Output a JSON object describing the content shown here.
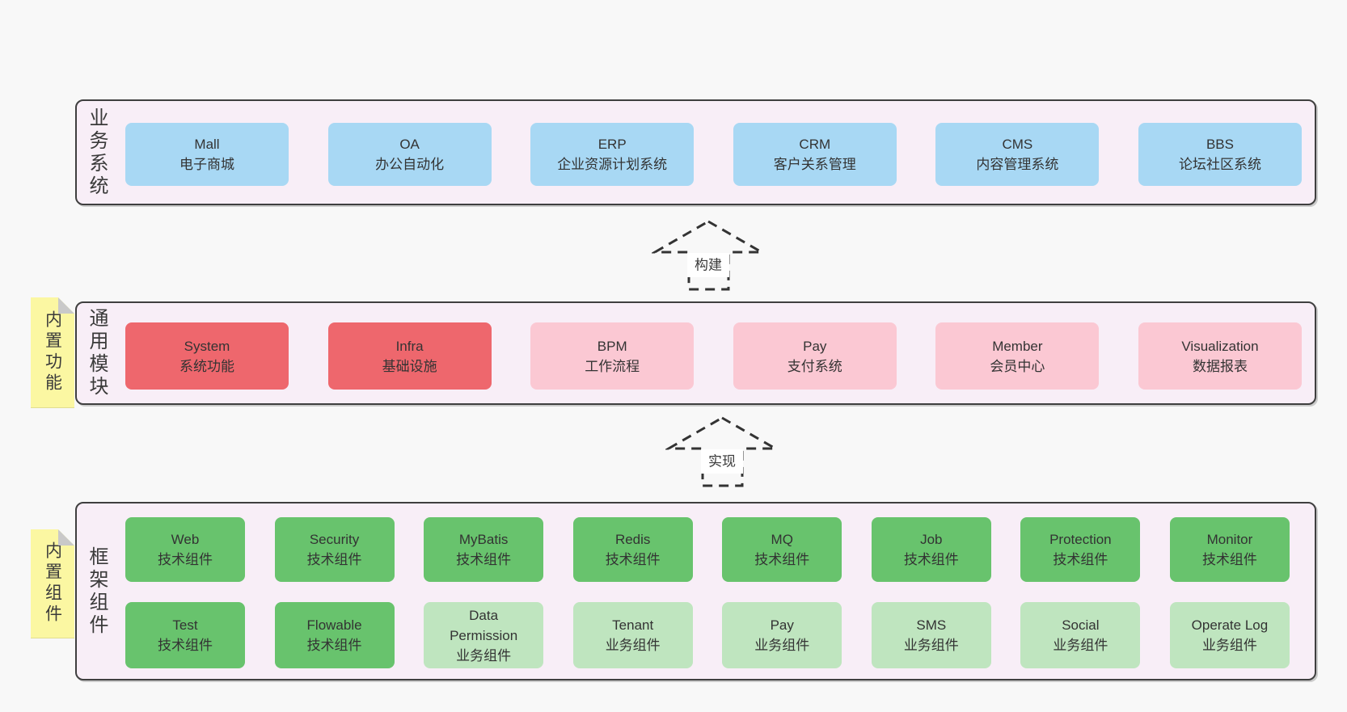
{
  "colors": {
    "background": "#f8f8f8",
    "panel_fill": "#f8eef7",
    "panel_border": "#3f3f3f",
    "box_blue": "#a8d8f4",
    "box_red": "#ee676d",
    "box_pink": "#fbc8d3",
    "box_green": "#68c36d",
    "box_green_light": "#bfe5bf",
    "note_yellow": "#fbf7a2",
    "note_fold_gray": "#c9c9c9",
    "text": "#3a3a3a"
  },
  "layers": [
    {
      "label": "业务系统",
      "boxes": [
        {
          "name": "Mall",
          "desc": "电子商城"
        },
        {
          "name": "OA",
          "desc": "办公自动化"
        },
        {
          "name": "ERP",
          "desc": "企业资源计划系统"
        },
        {
          "name": "CRM",
          "desc": "客户关系管理"
        },
        {
          "name": "CMS",
          "desc": "内容管理系统"
        },
        {
          "name": "BBS",
          "desc": "论坛社区系统"
        }
      ]
    },
    {
      "label": "通用模块",
      "note": "内置功能",
      "boxes": [
        {
          "name": "System",
          "desc": "系统功能"
        },
        {
          "name": "Infra",
          "desc": "基础设施"
        },
        {
          "name": "BPM",
          "desc": "工作流程"
        },
        {
          "name": "Pay",
          "desc": "支付系统"
        },
        {
          "name": "Member",
          "desc": "会员中心"
        },
        {
          "name": "Visualization",
          "desc": "数据报表"
        }
      ]
    },
    {
      "label": "框架组件",
      "note": "内置组件",
      "rows": [
        [
          {
            "name": "Web",
            "desc": "技术组件"
          },
          {
            "name": "Security",
            "desc": "技术组件"
          },
          {
            "name": "MyBatis",
            "desc": "技术组件"
          },
          {
            "name": "Redis",
            "desc": "技术组件"
          },
          {
            "name": "MQ",
            "desc": "技术组件"
          },
          {
            "name": "Job",
            "desc": "技术组件"
          },
          {
            "name": "Protection",
            "desc": "技术组件"
          },
          {
            "name": "Monitor",
            "desc": "技术组件"
          }
        ],
        [
          {
            "name": "Test",
            "desc": "技术组件"
          },
          {
            "name": "Flowable",
            "desc": "技术组件"
          },
          {
            "name": "Data Permission",
            "desc": "业务组件"
          },
          {
            "name": "Tenant",
            "desc": "业务组件"
          },
          {
            "name": "Pay",
            "desc": "业务组件"
          },
          {
            "name": "SMS",
            "desc": "业务组件"
          },
          {
            "name": "Social",
            "desc": "业务组件"
          },
          {
            "name": "Operate Log",
            "desc": "业务组件"
          }
        ]
      ]
    }
  ],
  "arrows": [
    {
      "label": "构建"
    },
    {
      "label": "实现"
    }
  ]
}
